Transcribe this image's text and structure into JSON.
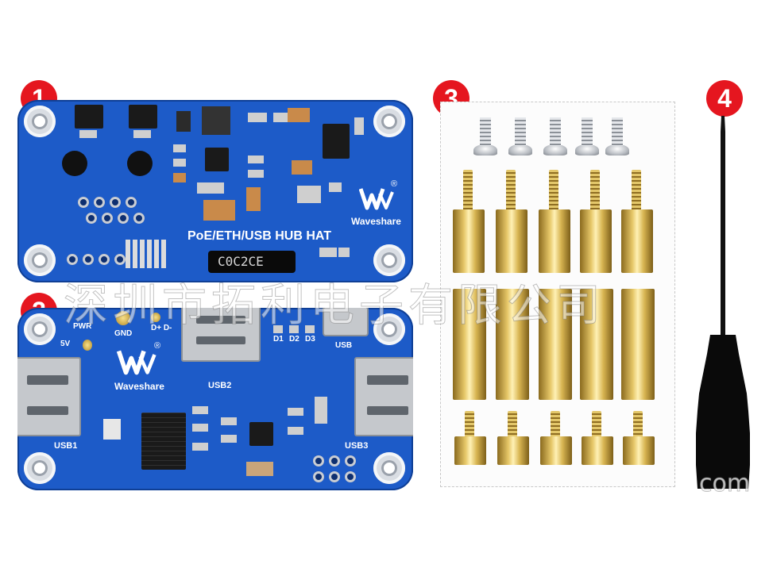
{
  "badges": [
    "1",
    "2",
    "3",
    "4"
  ],
  "board1": {
    "title": "PoE/ETH/USB HUB HAT",
    "brand": "Waveshare",
    "code": "C0C2CE",
    "registered": "®"
  },
  "board2": {
    "brand": "Waveshare",
    "registered": "®",
    "labels": {
      "pwr": "PWR",
      "gnd": "GND",
      "five_v": "5V",
      "dplus_dminus": "D+ D-",
      "d1": "D1",
      "d2": "D2",
      "d3": "D3",
      "usb": "USB",
      "usb1": "USB1",
      "usb2": "USB2",
      "usb3": "USB3"
    }
  },
  "watermark": {
    "text": "深圳市拓利电子有限公司",
    "suffix": "com"
  },
  "colors": {
    "pcb_blue": "#1d5bc8",
    "badge_red": "#e5161f",
    "brass": "#d8b552"
  }
}
